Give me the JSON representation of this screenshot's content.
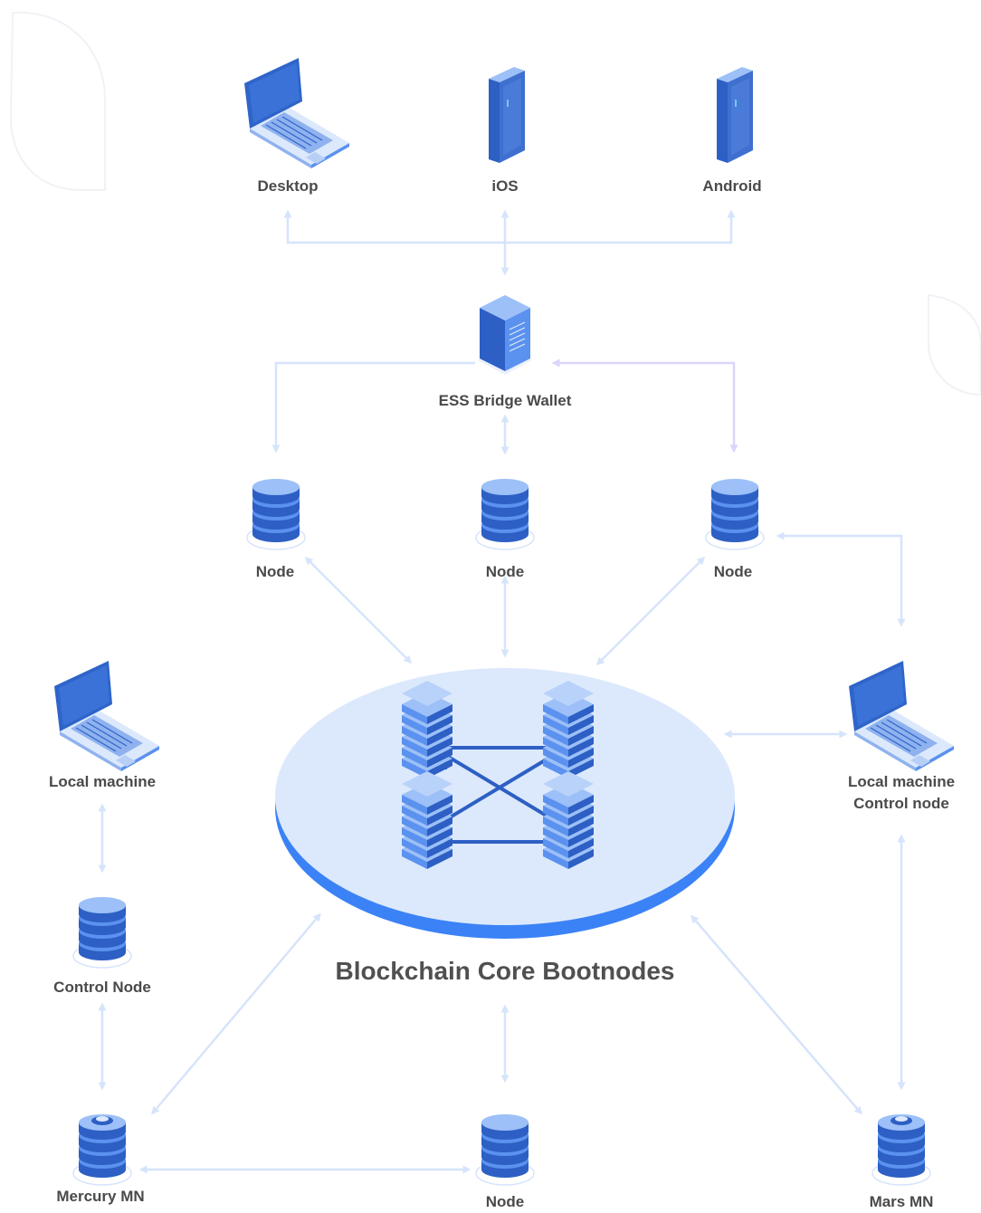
{
  "devices": {
    "desktop": "Desktop",
    "ios": "iOS",
    "android": "Android"
  },
  "bridge": {
    "label": "ESS Bridge Wallet"
  },
  "nodes": {
    "node_left": "Node",
    "node_center": "Node",
    "node_right": "Node",
    "node_bottom": "Node"
  },
  "left_column": {
    "local_machine": "Local machine",
    "control_node": "Control Node",
    "mercury": "Mercury MN"
  },
  "right_column": {
    "local_machine_line1": "Local machine",
    "local_machine_line2": "Control node",
    "mars": "Mars MN"
  },
  "core": {
    "title": "Blockchain Core Bootnodes"
  },
  "colors": {
    "connector": "#d6e4fb",
    "accent_connector": "#d9d6fb",
    "platform_top": "#dce9fc",
    "platform_edge": "#3b82f6",
    "device_blue": "#2f64c9",
    "label_text": "#4a4a4a"
  }
}
